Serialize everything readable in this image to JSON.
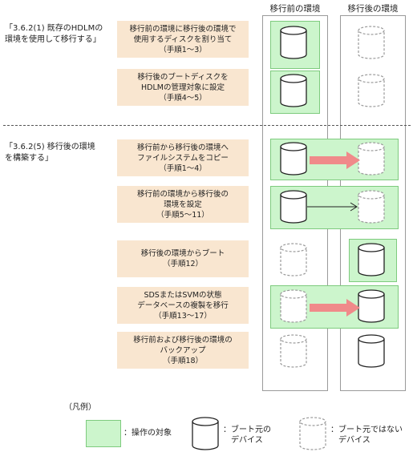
{
  "columns": {
    "before": "移行前の環境",
    "after": "移行後の環境"
  },
  "section1": {
    "label": "「3.6.2(1) 既存のHDLMの\n環境を使用して移行する」"
  },
  "section2": {
    "label": "「3.6.2(5) 移行後の環境\nを構築する」"
  },
  "steps": [
    {
      "text": "移行前の環境に移行後の環境で\n使用するディスクを割り当て\n（手順1～3）"
    },
    {
      "text": "移行後のブートディスクを\nHDLMの管理対象に設定\n（手順4～5）"
    },
    {
      "text": "移行前から移行後の環境へ\nファイルシステムをコピー\n（手順1～4）"
    },
    {
      "text": "移行前の環境から移行後の\n環境を設定\n（手順5～11）"
    },
    {
      "text": "移行後の環境からブート\n（手順12）"
    },
    {
      "text": "SDSまたはSVMの状態\nデータベースの複製を移行\n（手順13～17）"
    },
    {
      "text": "移行前および移行後の環境の\nバックアップ\n（手順18）"
    }
  ],
  "legend": {
    "title": "（凡例）",
    "target": "：操作の対象",
    "boot_device": "：ブート元の\n　デバイス",
    "non_boot_device": "：ブート元ではない\n　デバイス"
  },
  "colors": {
    "step_fill": "#f9e6d0",
    "target_fill": "#ccf5cc",
    "arrow_fill": "#f08a8a"
  }
}
